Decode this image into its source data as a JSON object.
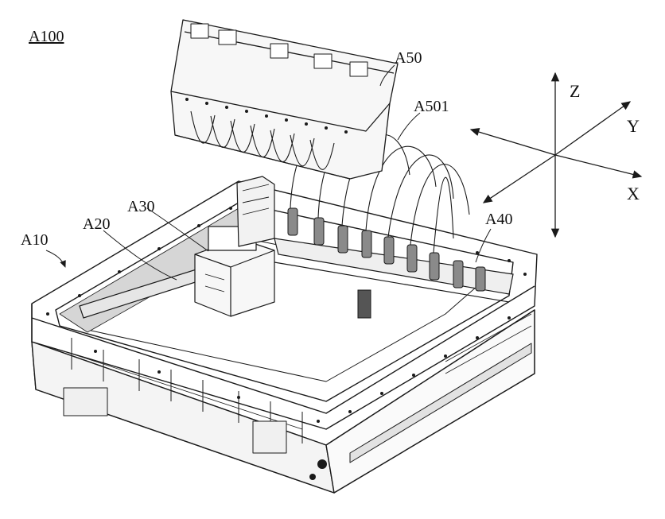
{
  "figure": {
    "assembly_label": "A100",
    "parts": {
      "base_frame": "A10",
      "rail": "A20",
      "carriage": "A30",
      "head_row": "A40",
      "lid": "A50",
      "tubes": "A501"
    },
    "axes": {
      "z": "Z",
      "y": "Y",
      "x": "X"
    }
  },
  "colors": {
    "ink": "#1a1a1a",
    "shade": "#d6d6d6",
    "paper": "#ffffff"
  }
}
